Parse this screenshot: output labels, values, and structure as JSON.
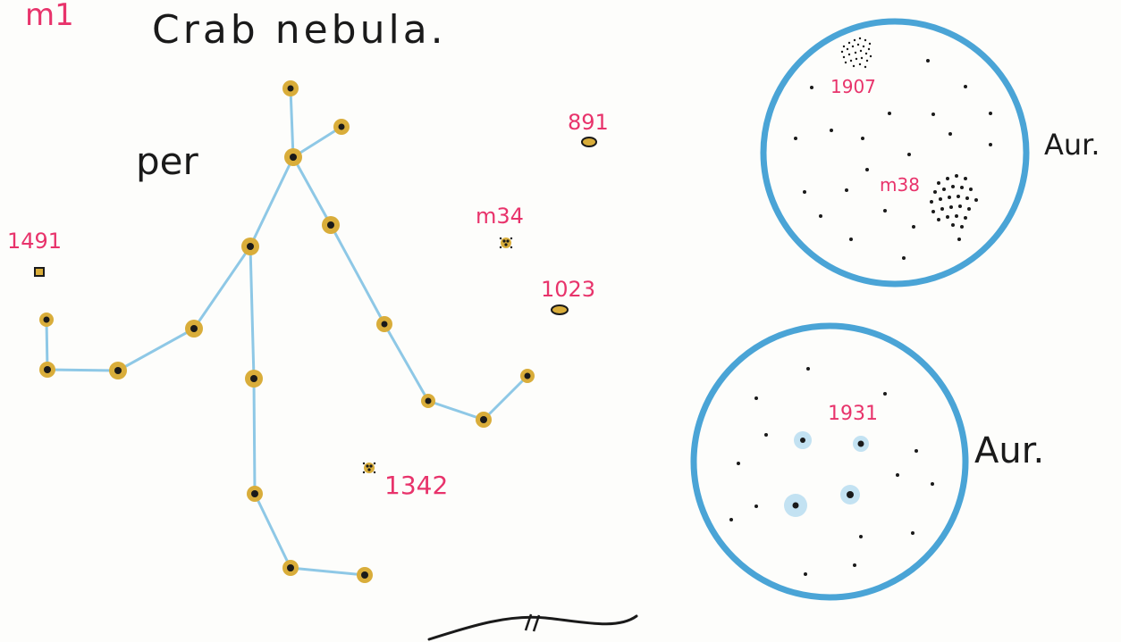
{
  "header": {
    "catalog_label": "m1",
    "title": "Crab nebula."
  },
  "constellation": {
    "name": "per"
  },
  "objects": [
    {
      "id": "obj-891",
      "label": "891"
    },
    {
      "id": "obj-m34",
      "label": "m34"
    },
    {
      "id": "obj-1023",
      "label": "1023"
    },
    {
      "id": "obj-1491",
      "label": "1491"
    },
    {
      "id": "obj-1342",
      "label": "1342"
    }
  ],
  "eyepiece_views": [
    {
      "label": "Aur.",
      "objects": [
        "1907",
        "m38"
      ]
    },
    {
      "label": "Aur.",
      "objects": [
        "1931"
      ]
    }
  ],
  "colors": {
    "line": "#8ec8e6",
    "star_fill": "#d9ad3a",
    "label": "#e8336b",
    "circle": "#4aa4d6",
    "ink": "#1a1a1a"
  }
}
